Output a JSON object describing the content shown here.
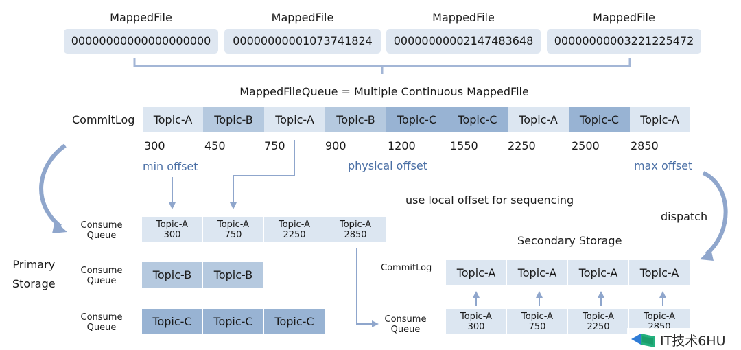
{
  "mapped_files": [
    {
      "label": "MappedFile",
      "value": "00000000000000000000"
    },
    {
      "label": "MappedFile",
      "value": "00000000001073741824"
    },
    {
      "label": "MappedFile",
      "value": "00000000002147483648"
    },
    {
      "label": "MappedFile",
      "value": "00000000003221225472"
    }
  ],
  "queue_caption": "MappedFileQueue = Multiple Continuous MappedFile",
  "commitlog": {
    "label": "CommitLog",
    "cells": [
      "Topic-A",
      "Topic-B",
      "Topic-A",
      "Topic-B",
      "Topic-C",
      "Topic-C",
      "Topic-A",
      "Topic-C",
      "Topic-A"
    ],
    "offsets": [
      "300",
      "450",
      "750",
      "900",
      "1200",
      "1550",
      "2250",
      "2500",
      "2850"
    ]
  },
  "offset_labels": {
    "min": "min offset",
    "physical": "physical offset",
    "max": "max offset"
  },
  "sequencing_note": "use local offset for sequencing",
  "dispatch_label": "dispatch",
  "primary_storage_label": "Primary\nStorage",
  "consume_queue_label": "Consume\nQueue",
  "queue_a": [
    {
      "topic": "Topic-A",
      "offset": "300"
    },
    {
      "topic": "Topic-A",
      "offset": "750"
    },
    {
      "topic": "Topic-A",
      "offset": "2250"
    },
    {
      "topic": "Topic-A",
      "offset": "2850"
    }
  ],
  "queue_b": [
    "Topic-B",
    "Topic-B"
  ],
  "queue_c": [
    "Topic-C",
    "Topic-C",
    "Topic-C"
  ],
  "secondary": {
    "title": "Secondary Storage",
    "commitlog_label": "CommitLog",
    "cells": [
      "Topic-A",
      "Topic-A",
      "Topic-A",
      "Topic-A"
    ],
    "queue_label": "Consume\nQueue",
    "queue": [
      {
        "topic": "Topic-A",
        "offset": "300"
      },
      {
        "topic": "Topic-A",
        "offset": "750"
      },
      {
        "topic": "Topic-A",
        "offset": "2250"
      },
      {
        "topic": "Topic-A",
        "offset": "2850"
      }
    ]
  },
  "watermark": "IT技术6HU",
  "colors": {
    "light": "#dce6f1",
    "mid": "#b5c9df",
    "dark": "#98b3d3",
    "arrow": "#8fa6cc",
    "accent_text": "#4a6fa5"
  }
}
